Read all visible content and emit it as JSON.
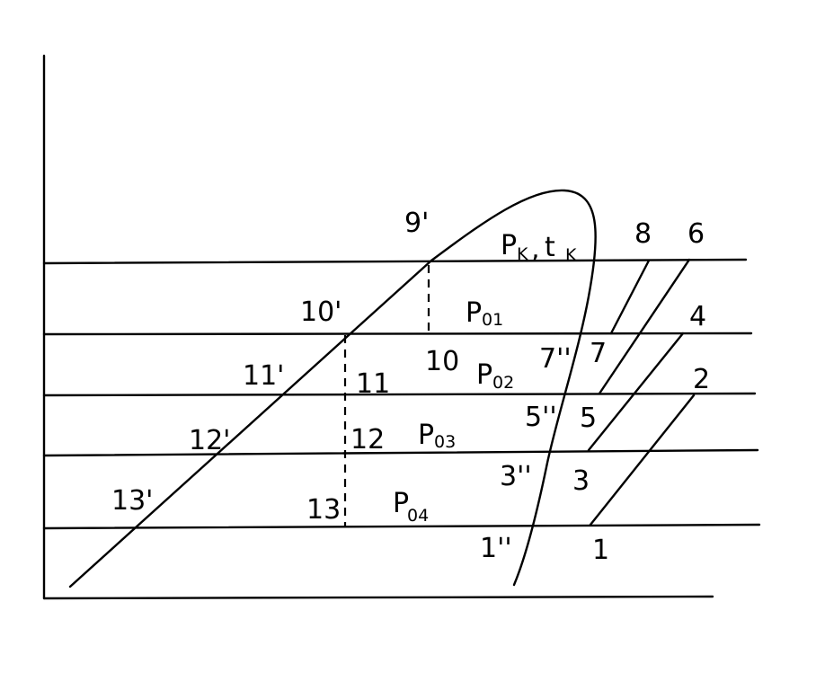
{
  "labels": {
    "p9": "9'",
    "pk": "P",
    "pk_sub": "K",
    "pk_sep": ",",
    "tk": "t",
    "tk_sub": "K",
    "p8": "8",
    "p6": "6",
    "p10a": "10'",
    "po1": "P",
    "po1_sub": "01",
    "p4": "4",
    "p11a": "11'",
    "p11": "11",
    "p10": "10",
    "po2": "P",
    "po2_sub": "02",
    "p7b": "7''",
    "p7": "7",
    "p2": "2",
    "p12a": "12'",
    "p12": "12",
    "po3": "P",
    "po3_sub": "03",
    "p5b": "5''",
    "p5": "5",
    "p13a": "13'",
    "p13": "13",
    "p3b": "3''",
    "p3": "3",
    "po4": "P",
    "po4_sub": "04",
    "p1b": "1''",
    "p1": "1"
  }
}
